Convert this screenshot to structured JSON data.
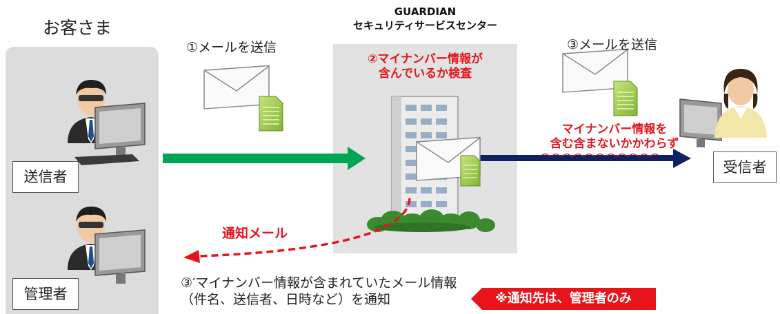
{
  "customer": {
    "title": "お客さま",
    "sender_label": "送信者",
    "admin_label": "管理者"
  },
  "center": {
    "title_line1": "GUARDIAN",
    "title_line2": "セキュリティサービスセンター",
    "inspect_line1": "②マイナンバー情報が",
    "inspect_line2": "含んでいるか検査"
  },
  "steps": {
    "send1": "①メールを送信",
    "send3": "③メールを送信",
    "regardless_line1": "マイナンバー情報を",
    "regardless_line2": "含む含まないかかわらず",
    "notify_mail": "通知メール",
    "notify_line1": "③′マイナンバー情報が含まれていたメール情報",
    "notify_line2": "（件名、送信者、日時など）を通知",
    "notify_callout": "※通知先は、管理者のみ"
  },
  "receiver": {
    "label": "受信者"
  },
  "colors": {
    "green_arrow": "#00a651",
    "navy_arrow": "#0d2163",
    "red_accent": "#e8141c",
    "panel_gray": "#dcdcdc"
  }
}
